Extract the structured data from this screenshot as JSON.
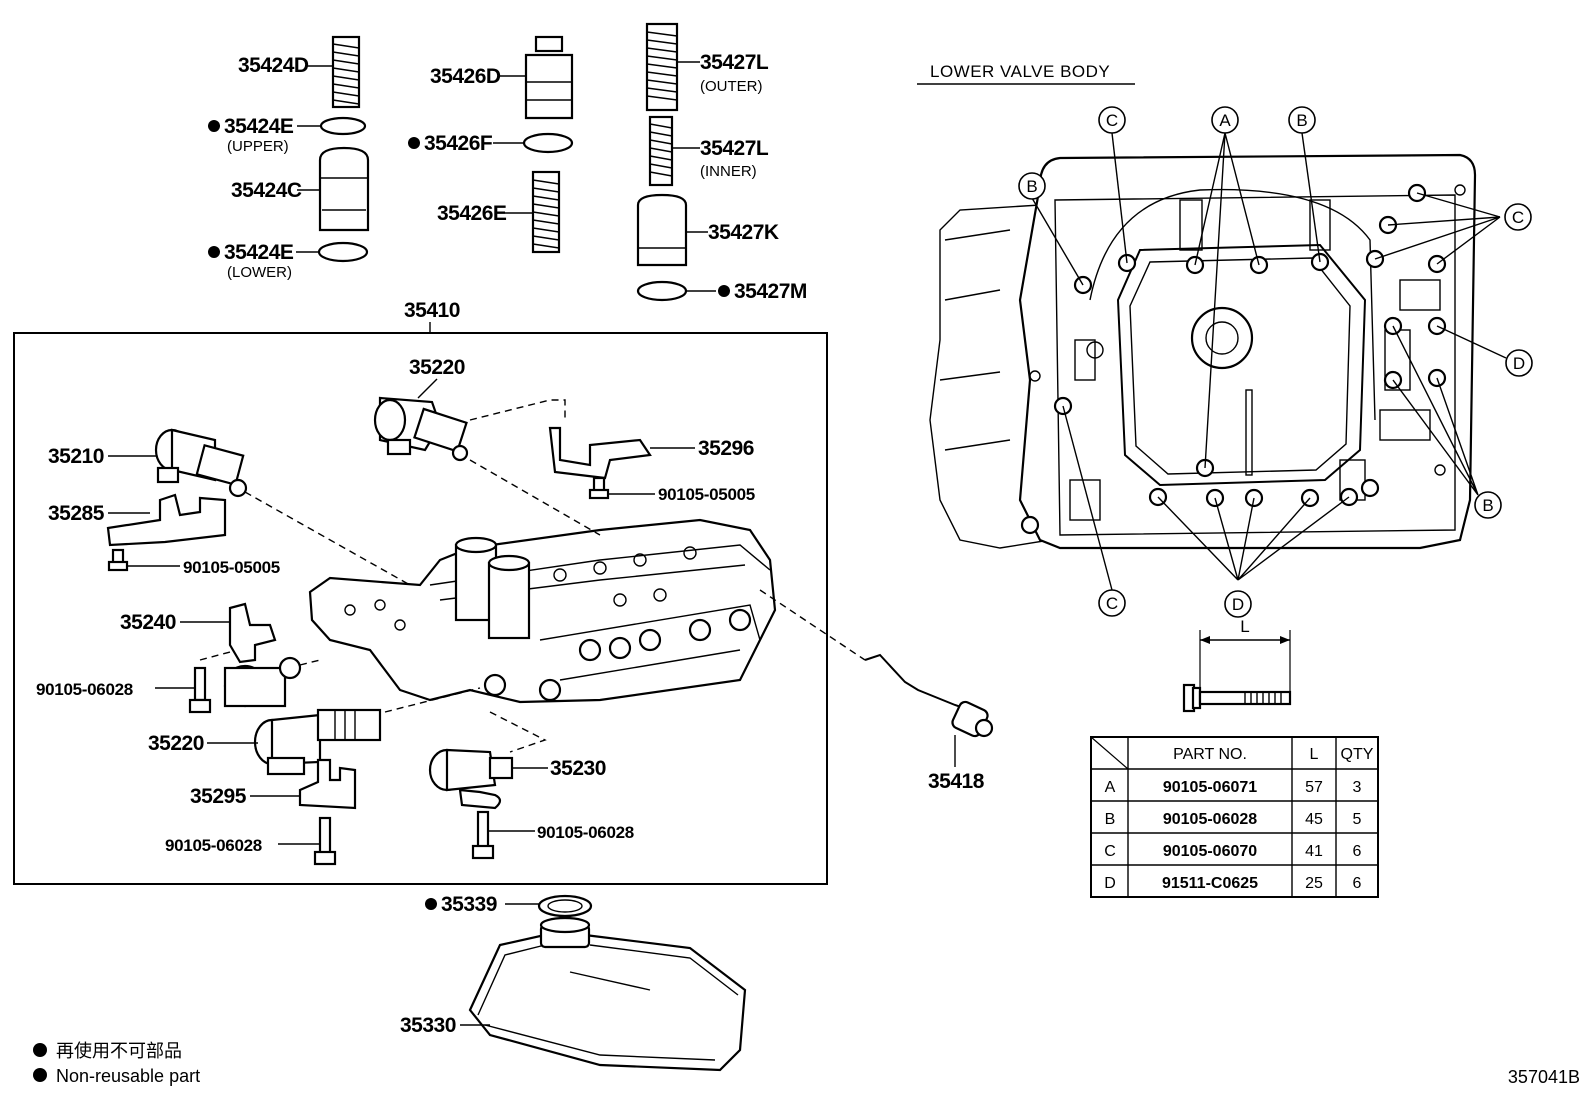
{
  "lower_valve_body_title": "LOWER  VALVE  BODY",
  "parts": {
    "p35424D": "35424D",
    "p35424E_upper": "35424E",
    "upper": "(UPPER)",
    "p35424C": "35424C",
    "p35424E_lower": "35424E",
    "lower": "(LOWER)",
    "p35426D": "35426D",
    "p35426F": "35426F",
    "p35426E": "35426E",
    "p35427L_outer": "35427L",
    "outer": "(OUTER)",
    "p35427L_inner": "35427L",
    "inner": "(INNER)",
    "p35427K": "35427K",
    "p35427M": "35427M",
    "p35410": "35410",
    "p35220_top": "35220",
    "p35210": "35210",
    "p35296": "35296",
    "p90105_05005_a": "90105-05005",
    "p35285": "35285",
    "p90105_05005_b": "90105-05005",
    "p35240": "35240",
    "p90105_06028_a": "90105-06028",
    "p35220_bottom": "35220",
    "p35230": "35230",
    "p35295": "35295",
    "p90105_06028_b": "90105-06028",
    "p90105_06028_c": "90105-06028",
    "p35418": "35418",
    "p35339": "35339",
    "p35330": "35330"
  },
  "callouts": {
    "A": "A",
    "B": "B",
    "C": "C",
    "D": "D"
  },
  "bolt_length_label": "L",
  "bolt_table": {
    "headers": [
      "PART NO.",
      "L",
      "QTY"
    ],
    "rows": [
      {
        "key": "A",
        "part_no": "90105-06071",
        "length": "57",
        "qty": "3"
      },
      {
        "key": "B",
        "part_no": "90105-06028",
        "length": "45",
        "qty": "5"
      },
      {
        "key": "C",
        "part_no": "90105-06070",
        "length": "41",
        "qty": "6"
      },
      {
        "key": "D",
        "part_no": "91511-C0625",
        "length": "25",
        "qty": "6"
      }
    ]
  },
  "legend": {
    "line1": "再使用不可部品",
    "line2": "Non-reusable part"
  },
  "figure_id": "357041B"
}
